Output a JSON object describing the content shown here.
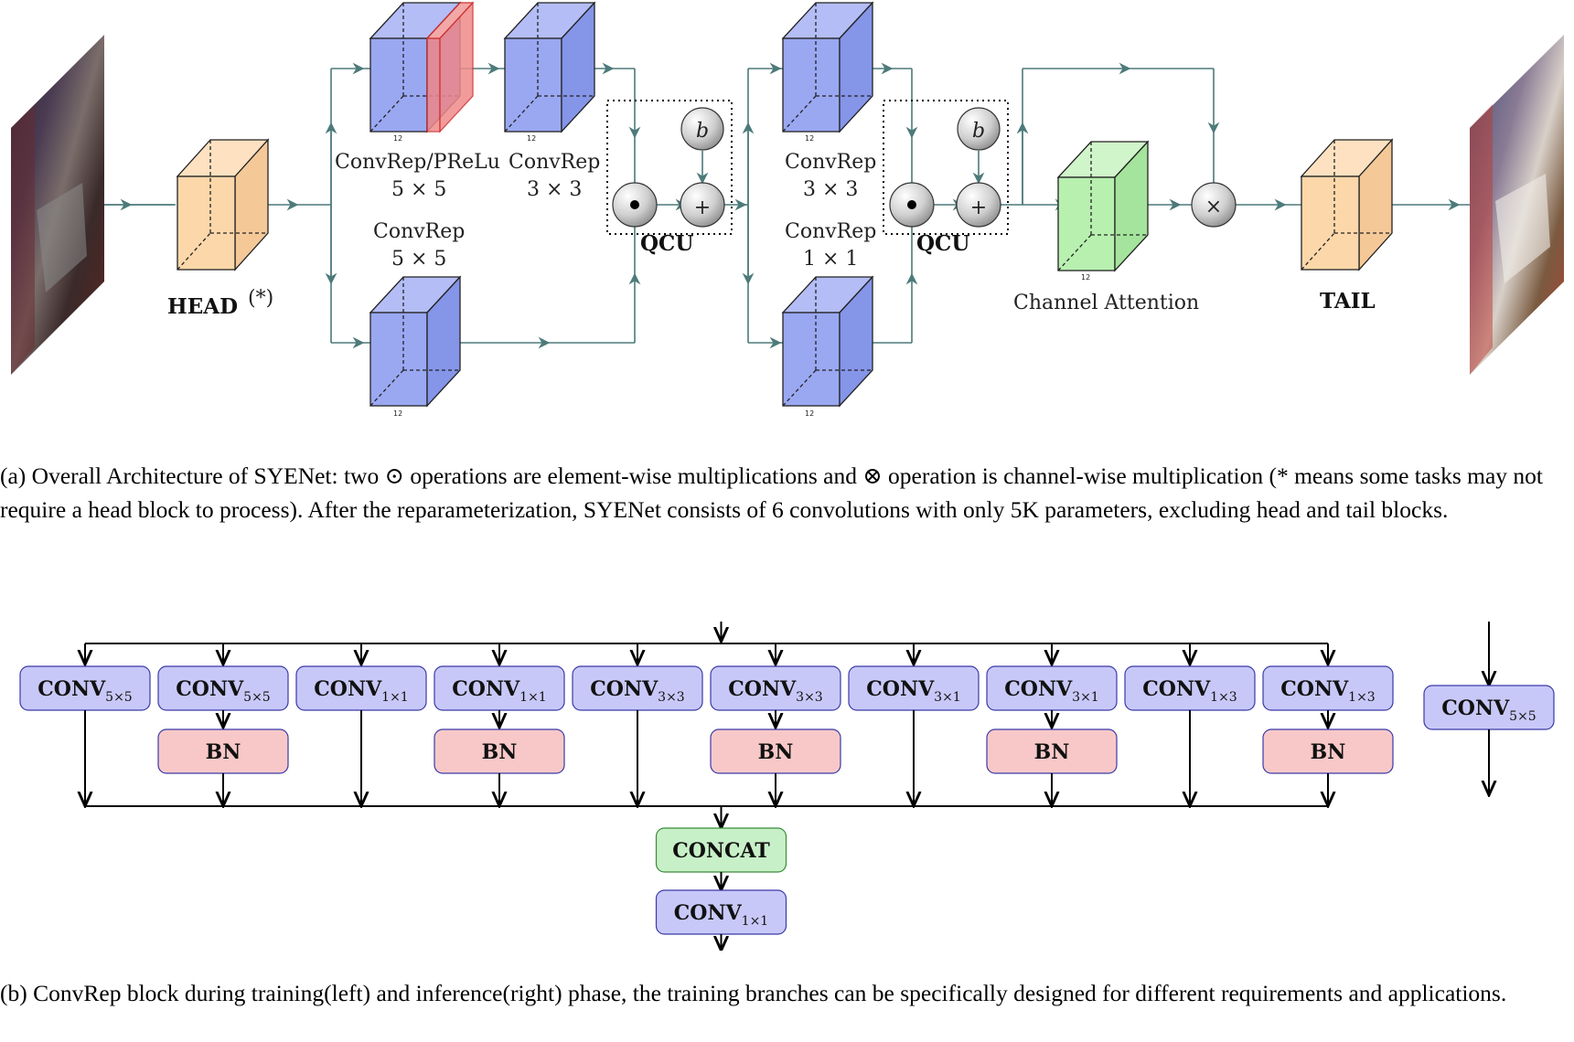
{
  "diagram_a": {
    "head_label": "HEAD",
    "head_sup": "(*)",
    "tail_label": "TAIL",
    "channel_attention_label": "Channel Attention",
    "qcu_label": "QCU",
    "bias_symbol": "b",
    "mult_symbol": "×",
    "plus_symbol": "+",
    "channel_count": "12",
    "stage1_top_left_label": "ConvRep/PReLu",
    "stage1_top_left_size": "5 × 5",
    "stage1_top_right_label": "ConvRep",
    "stage1_top_right_size": "3 × 3",
    "stage1_bottom_label": "ConvRep",
    "stage1_bottom_size": "5 × 5",
    "stage2_top_label": "ConvRep",
    "stage2_top_size": "3 × 3",
    "stage2_bottom_label": "ConvRep",
    "stage2_bottom_size": "1 × 1"
  },
  "caption_a": "(a) Overall Architecture of SYENet: two ⊙ operations are element-wise multiplications and ⊗ operation is channel-wise multiplication (* means some tasks may not require a head block to process). After the reparameterization, SYENet consists of 6 convolutions with only 5K parameters, excluding head and tail blocks.",
  "diagram_b": {
    "conv_word": "CONV",
    "bn_label": "BN",
    "concat_label": "CONCAT",
    "branches": [
      {
        "kernel": "5×5",
        "bn": false
      },
      {
        "kernel": "5×5",
        "bn": true
      },
      {
        "kernel": "1×1",
        "bn": false
      },
      {
        "kernel": "1×1",
        "bn": true
      },
      {
        "kernel": "3×3",
        "bn": false
      },
      {
        "kernel": "3×3",
        "bn": true
      },
      {
        "kernel": "3×1",
        "bn": false
      },
      {
        "kernel": "3×1",
        "bn": true
      },
      {
        "kernel": "1×3",
        "bn": false
      },
      {
        "kernel": "1×3",
        "bn": true
      }
    ],
    "final_conv_kernel": "1×1",
    "inference_conv_kernel": "5×5"
  },
  "caption_b": "(b) ConvRep block during training(left) and inference(right) phase, the training branches can be specifically designed for different requirements and applications.",
  "colors": {
    "line": "#4d7a7a",
    "conv_cube": "#9aa8f2",
    "prelu_slab": "#f08a8a",
    "head_tail_cube": "#fcd7aa",
    "attention_cube": "#b8f0b0",
    "conv_box": "#c8c8f8",
    "bn_box": "#f8c8c8",
    "concat_box": "#c8f0c8"
  }
}
